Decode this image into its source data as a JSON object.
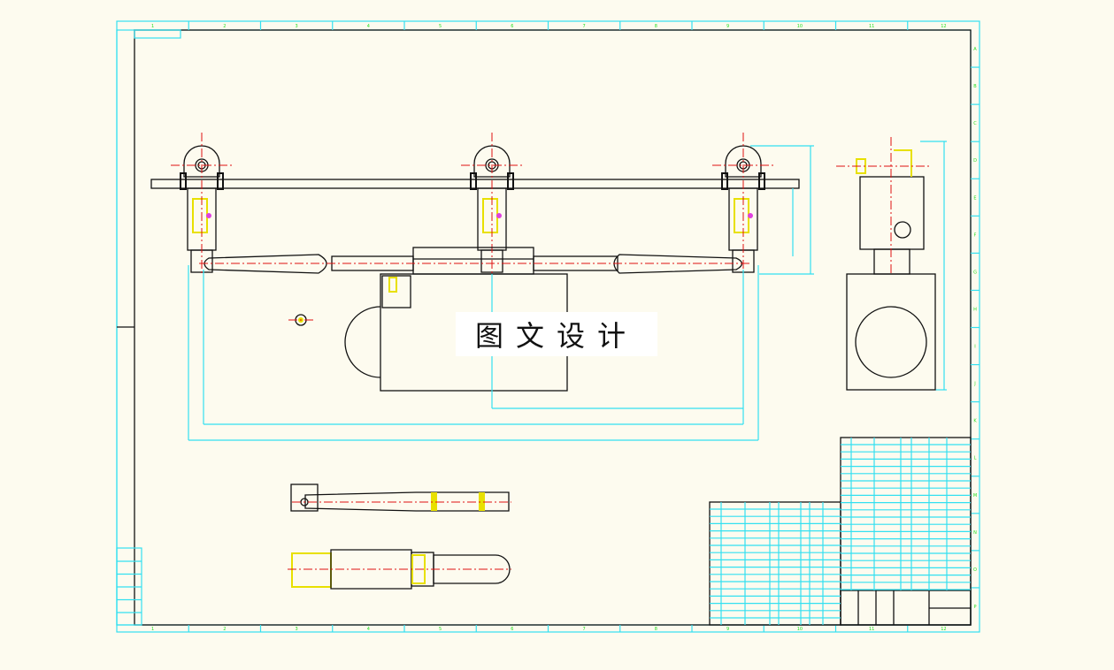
{
  "drawing": {
    "column_labels": [
      "1",
      "2",
      "3",
      "4",
      "5",
      "6",
      "7",
      "8",
      "9",
      "10",
      "11",
      "12"
    ],
    "row_labels": [
      "A",
      "B",
      "C",
      "D",
      "E",
      "F",
      "G",
      "H",
      "I",
      "J",
      "K",
      "L",
      "M",
      "N",
      "O",
      "P"
    ],
    "watermark": "图文设计",
    "colors": {
      "frame": "#33e0f0",
      "text": "#22dd22",
      "outline": "#111111",
      "centerline": "#e01010",
      "highlight": "#e8e000",
      "background": "#fdfbef"
    }
  }
}
